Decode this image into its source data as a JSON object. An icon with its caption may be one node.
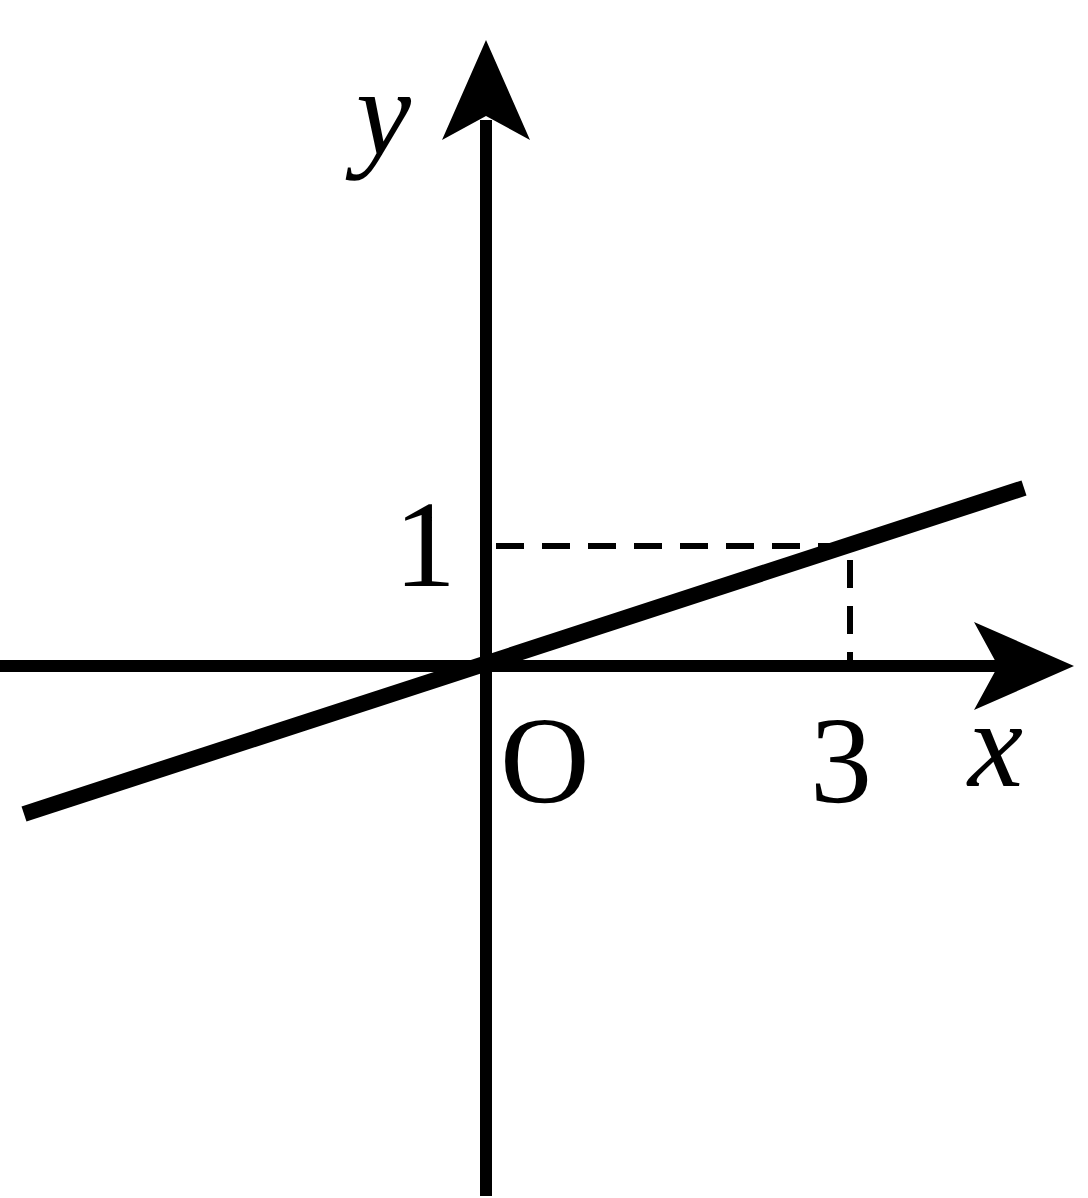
{
  "diagram": {
    "labels": [
      "y",
      "1",
      "O",
      "3",
      "x"
    ]
  }
}
